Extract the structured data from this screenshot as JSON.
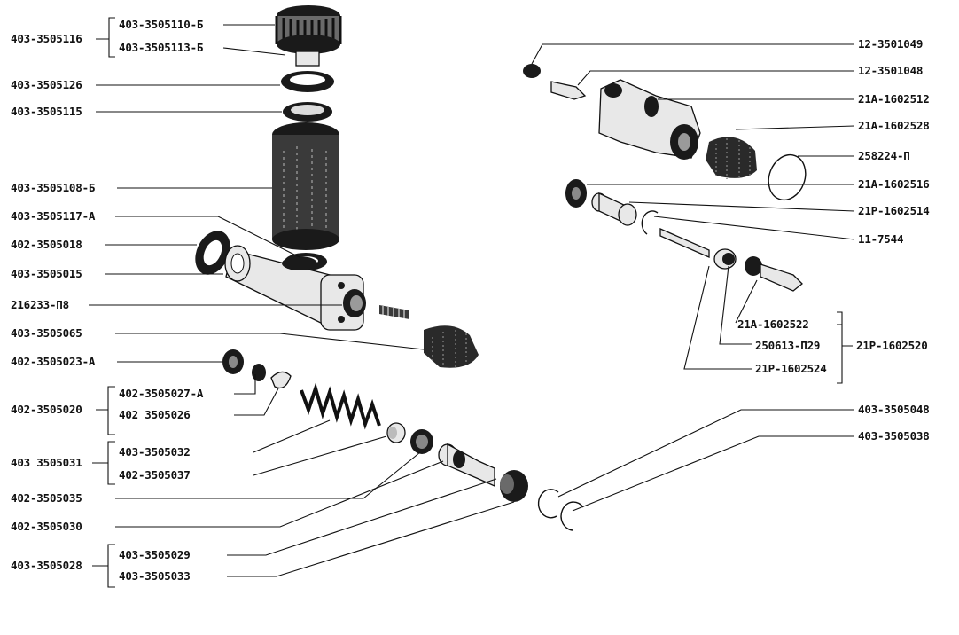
{
  "left_labels": {
    "l403_3505116": "403-3505116",
    "l403_3505110b": "403-3505110-Б",
    "l403_3505113b": "403-3505113-Б",
    "l403_3505126": "403-3505126",
    "l403_3505115": "403-3505115",
    "l403_3505108b": "403-3505108-Б",
    "l403_3505117a": "403-3505117-А",
    "l402_3505018": "402-3505018",
    "l403_3505015": "403-3505015",
    "l216233_118": "216233-П8",
    "l403_3505065": "403-3505065",
    "l402_3505023a": "402-3505023-А",
    "l402_3505020": "402-3505020",
    "l402_3505027a": "402-3505027-А",
    "l402_3505026": "402 3505026",
    "l403_3505031": "403 3505031",
    "l403_3505032": "403-3505032",
    "l402_3505037": "402-3505037",
    "l402_3505035": "402-3505035",
    "l402_3505030": "402-3505030",
    "l403_3505028": "403-3505028",
    "l403_3505029": "403-3505029",
    "l403_3505033": "403-3505033"
  },
  "right_labels": {
    "l12_3501049": "12-3501049",
    "l12_3501048": "12-3501048",
    "l21a_1602512": "21А-1602512",
    "l21a_1602528": "21А-1602528",
    "l258224_p": "258224-П",
    "l21a_1602516": "21А-1602516",
    "l21r_1602514": "21Р-1602514",
    "l11_7544": "11-7544",
    "l21a_1602522": "21А-1602522",
    "l250613_p29": "250613-П29",
    "l21r_1602520": "21Р-1602520",
    "l21r_1602524": "21Р-1602524",
    "l403_3505048": "403-3505048",
    "l403_3505038": "403-3505038"
  }
}
